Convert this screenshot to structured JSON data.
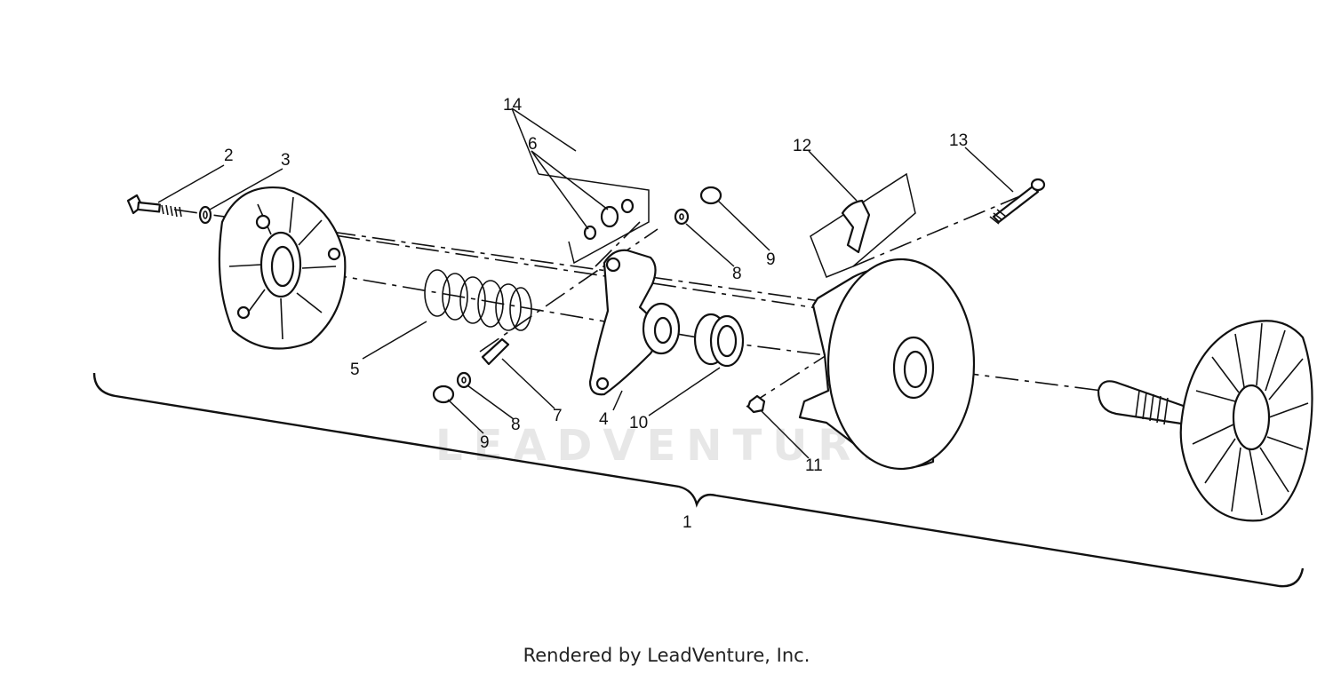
{
  "watermark": "LEADVENTURE",
  "footer": "Rendered by LeadVenture, Inc.",
  "callouts": {
    "c1": "1",
    "c2": "2",
    "c3": "3",
    "c4": "4",
    "c5": "5",
    "c6": "6",
    "c7": "7",
    "c8a": "8",
    "c8b": "8",
    "c9a": "9",
    "c9b": "9",
    "c10": "10",
    "c11": "11",
    "c12": "12",
    "c13": "13",
    "c14": "14"
  }
}
